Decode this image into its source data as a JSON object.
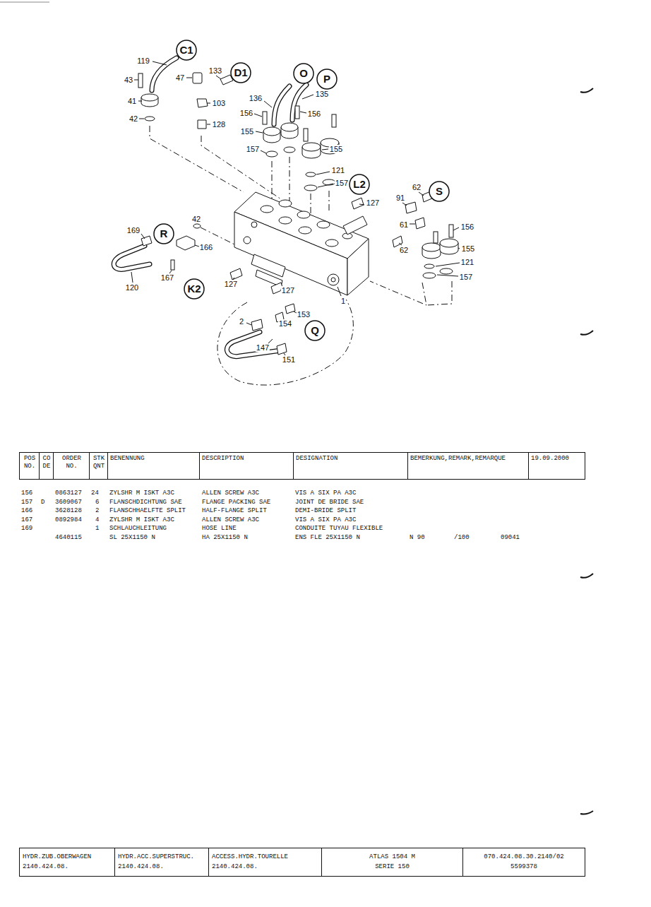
{
  "diagram": {
    "nodes": [
      {
        "text": [
          "C1"
        ]
      },
      {
        "text": [
          "D1"
        ]
      },
      {
        "text": [
          "O"
        ]
      },
      {
        "text": [
          "P"
        ]
      },
      {
        "text": [
          "L2"
        ]
      },
      {
        "text": [
          "S"
        ]
      },
      {
        "text": [
          "R"
        ]
      },
      {
        "text": [
          "K2"
        ]
      },
      {
        "text": [
          "Q"
        ]
      },
      {
        "text": [
          "POS NO."
        ]
      },
      {
        "text": [
          "CO DE"
        ]
      },
      {
        "text": [
          "ORDER NO."
        ]
      },
      {
        "text": [
          "STK QNT"
        ]
      },
      {
        "text": [
          "BENENNUNG"
        ]
      },
      {
        "text": [
          "DESCRIPTION"
        ]
      },
      {
        "text": [
          "DESIGNATION"
        ]
      },
      {
        "text": [
          "BEMERKUNG,REMARK,REMARQUE"
        ]
      },
      {
        "text": [
          "19.09.2000"
        ]
      },
      {
        "text": [
          "HYDR.ZUB.OBERWAGEN",
          "2140.424.08."
        ]
      },
      {
        "text": [
          "HYDR.ACC.SUPERSTRUC.",
          "2140.424.08."
        ]
      },
      {
        "text": [
          "ACCESS.HYDR.TOURELLE",
          "2140.424.08."
        ]
      },
      {
        "text": [
          "ATLAS 1504 M",
          "SERIE 150"
        ]
      },
      {
        "text": [
          "070.424.08.30.2140/02",
          "5599378"
        ]
      }
    ],
    "labels": [
      "119",
      "43",
      "41",
      "42",
      "47",
      "133",
      "103",
      "128",
      "136",
      "135",
      "156",
      "156",
      "155",
      "155",
      "157",
      "121",
      "157",
      "127",
      "91",
      "62",
      "61",
      "62",
      "156",
      "155",
      "121",
      "157",
      "42",
      "169",
      "166",
      "120",
      "167",
      "127",
      "127",
      "1",
      "153",
      "2",
      "154",
      "147",
      "151",
      "156",
      "0863127",
      "24",
      "ZYLSHR M ISKT A3C",
      "ALLEN SCREW A3C",
      "VIS A SIX PA A3C",
      "157",
      "D",
      "3609067",
      "6",
      "FLANSCHDICHTUNG SAE",
      "FLANGE PACKING SAE",
      "JOINT DE BRIDE SAE",
      "166",
      "3628128",
      "2",
      "FLANSCHHAELFTE SPLIT",
      "HALF-FLANGE SPLIT",
      "DEMI-BRIDE SPLIT",
      "167",
      "0892984",
      "4",
      "ZYLSHR M ISKT A3C",
      "ALLEN SCREW A3C",
      "VIS A SIX PA A3C",
      "169",
      "1",
      "SCHLAUCHLEITUNG",
      "HOSE LINE",
      "CONDUITE TUYAU FLEXIBLE",
      "4640115",
      "SL 25X1150 N",
      "HA 25X1150 N",
      "ENS FLE 25X1150 N",
      "N 90",
      "/100",
      "09041"
    ]
  }
}
